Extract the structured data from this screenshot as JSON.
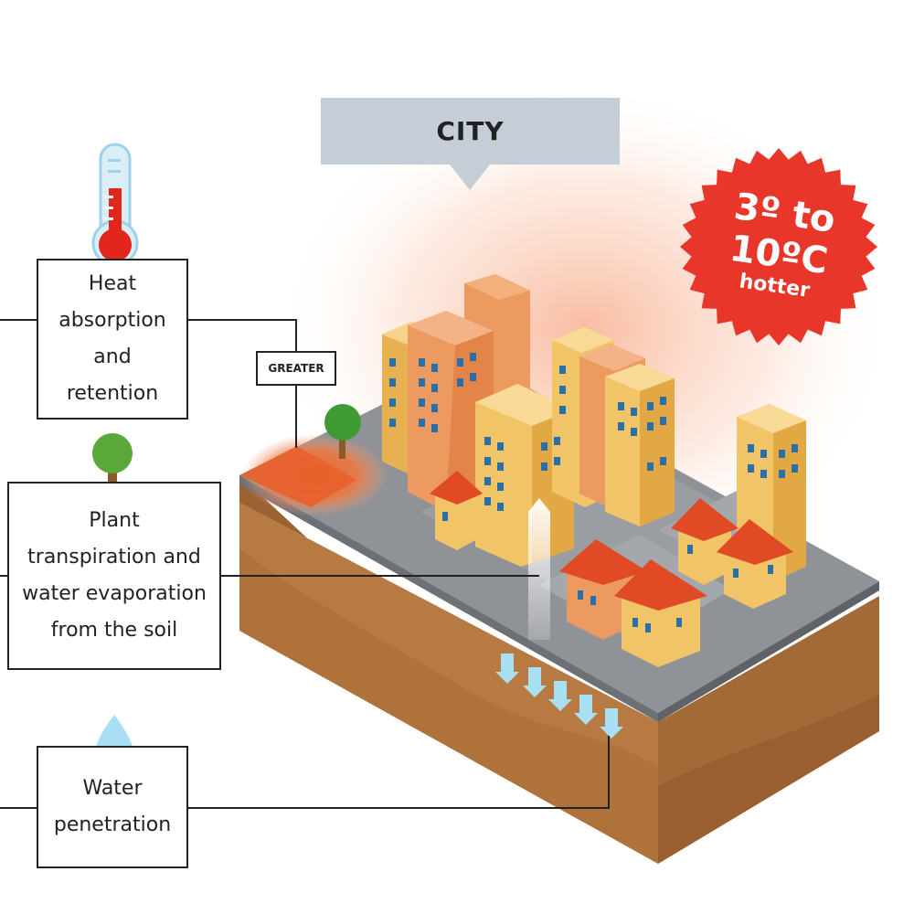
{
  "city": {
    "title": "CITY"
  },
  "badge": {
    "main": "3º to 10ºC",
    "sub": "hotter"
  },
  "greater_sign": {
    "label": "GREATER"
  },
  "factors": [
    {
      "label": "Heat\nabsorption\nand\nretention",
      "icon": "thermometer-icon"
    },
    {
      "label": "Plant\ntranspiration and\nwater evaporation\nfrom the soil",
      "icon": "tree-icon"
    },
    {
      "label": "Water\npenetration",
      "icon": "water-drop-icon"
    }
  ],
  "colors": {
    "badge_red": "#e8362a",
    "heat_glow": "#f5a27e",
    "city_label_bg": "#c5ced6",
    "road_gray": "#8f9296",
    "soil_brown": "#b87a43",
    "building_yellow": "#f1c468",
    "building_orange": "#ec9a5f",
    "roof_red": "#e04a24",
    "tree_green": "#5aa83a",
    "water_blue": "#a9dff2"
  }
}
